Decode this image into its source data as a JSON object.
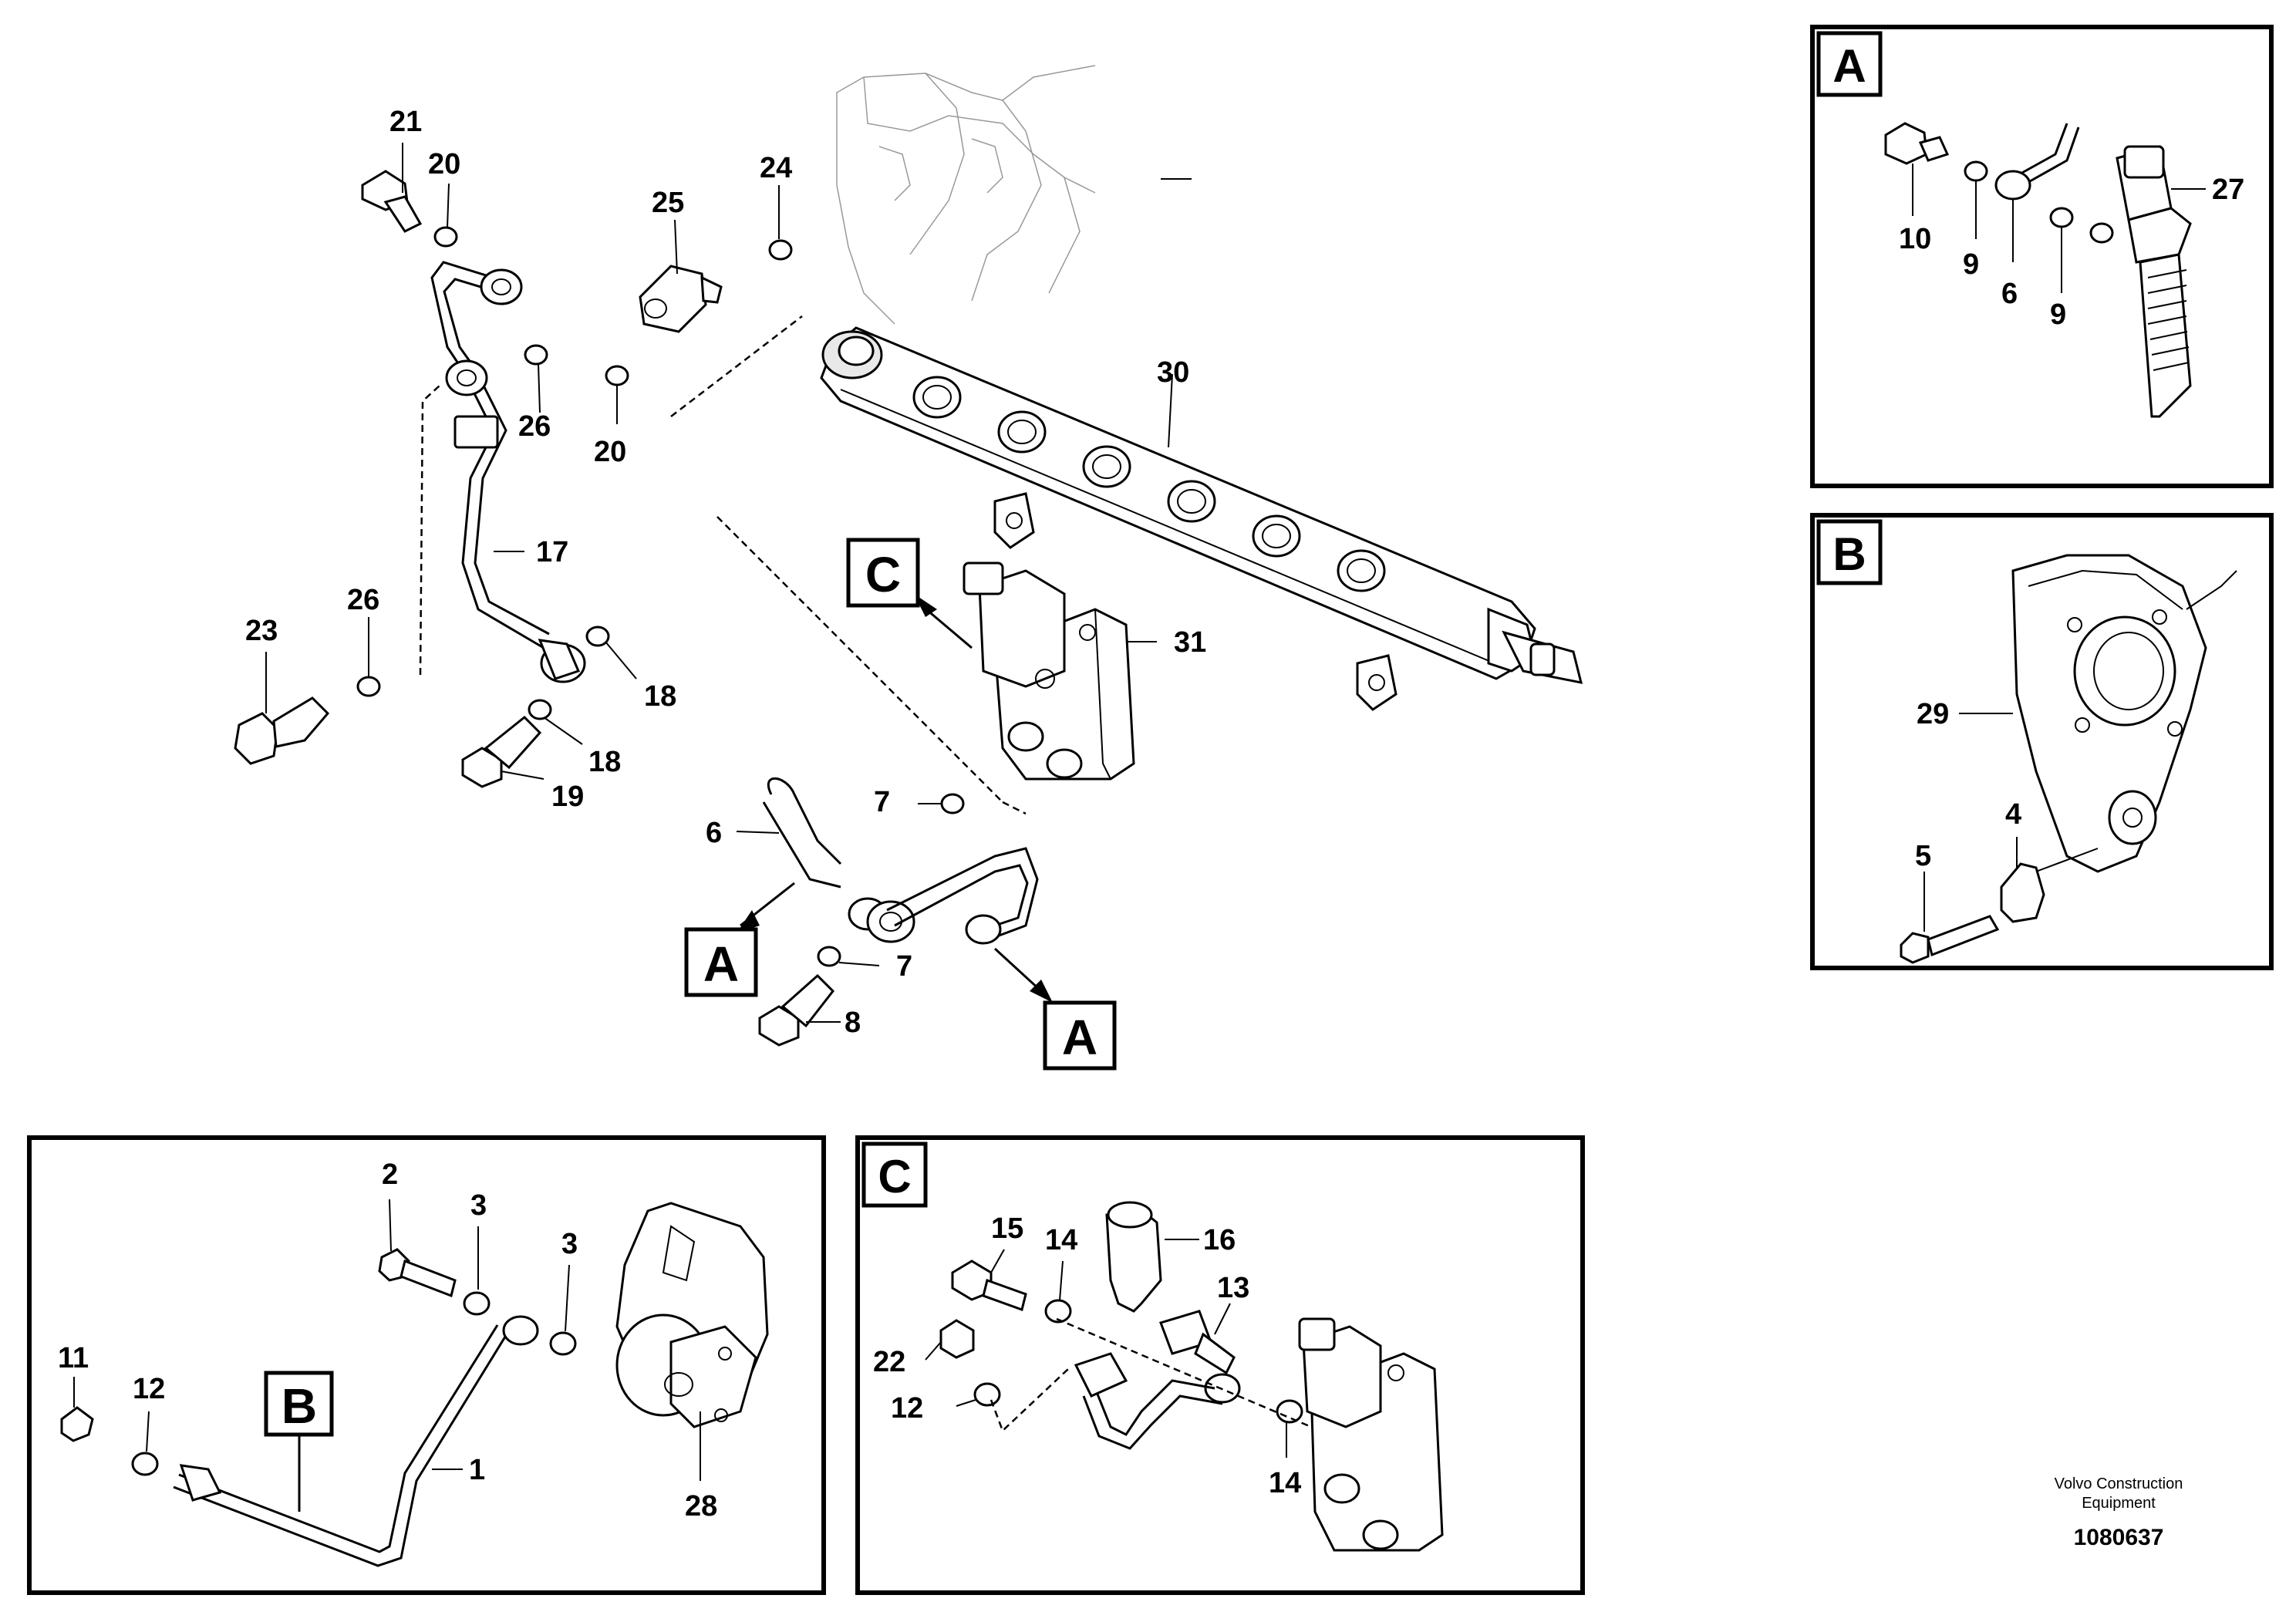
{
  "callout_letters": {
    "A": "A",
    "B": "B",
    "C": "C"
  },
  "labels": {
    "p1": "1",
    "p2": "2",
    "p3a": "3",
    "p3b": "3",
    "p4": "4",
    "p5": "5",
    "p6_main": "6",
    "p6_a": "6",
    "p7a": "7",
    "p7b": "7",
    "p8": "8",
    "p9a": "9",
    "p9b": "9",
    "p10": "10",
    "p11": "11",
    "p12_b": "12",
    "p12_c": "12",
    "p13": "13",
    "p14a": "14",
    "p14b": "14",
    "p15": "15",
    "p16": "16",
    "p17": "17",
    "p18a": "18",
    "p18b": "18",
    "p19": "19",
    "p20a": "20",
    "p20b": "20",
    "p21": "21",
    "p22": "22",
    "p23": "23",
    "p24": "24",
    "p25": "25",
    "p26a": "26",
    "p26b": "26",
    "p27": "27",
    "p28": "28",
    "p29": "29",
    "p30": "30",
    "p31": "31"
  },
  "footer": {
    "company_line1": "Volvo Construction",
    "company_line2": "Equipment",
    "drawing_number": "1080637"
  }
}
